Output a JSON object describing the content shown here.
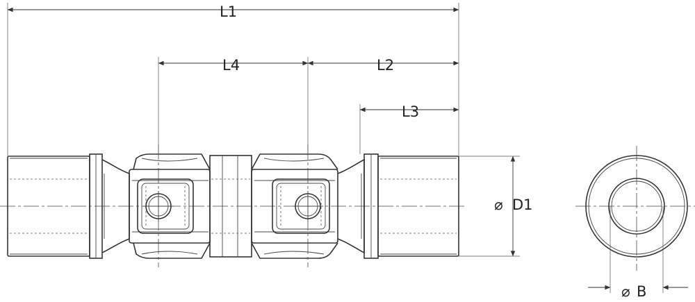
{
  "drawing": {
    "dimensions": {
      "overall_length": "L1",
      "center_spacing": "L4",
      "center_to_end": "L2",
      "bore_depth": "L3",
      "outer_diameter": "D1",
      "bore_diameter": "B"
    },
    "symbols": {
      "diameter": "⌀"
    },
    "colors": {
      "line": "#333333",
      "background": "#ffffff"
    }
  }
}
